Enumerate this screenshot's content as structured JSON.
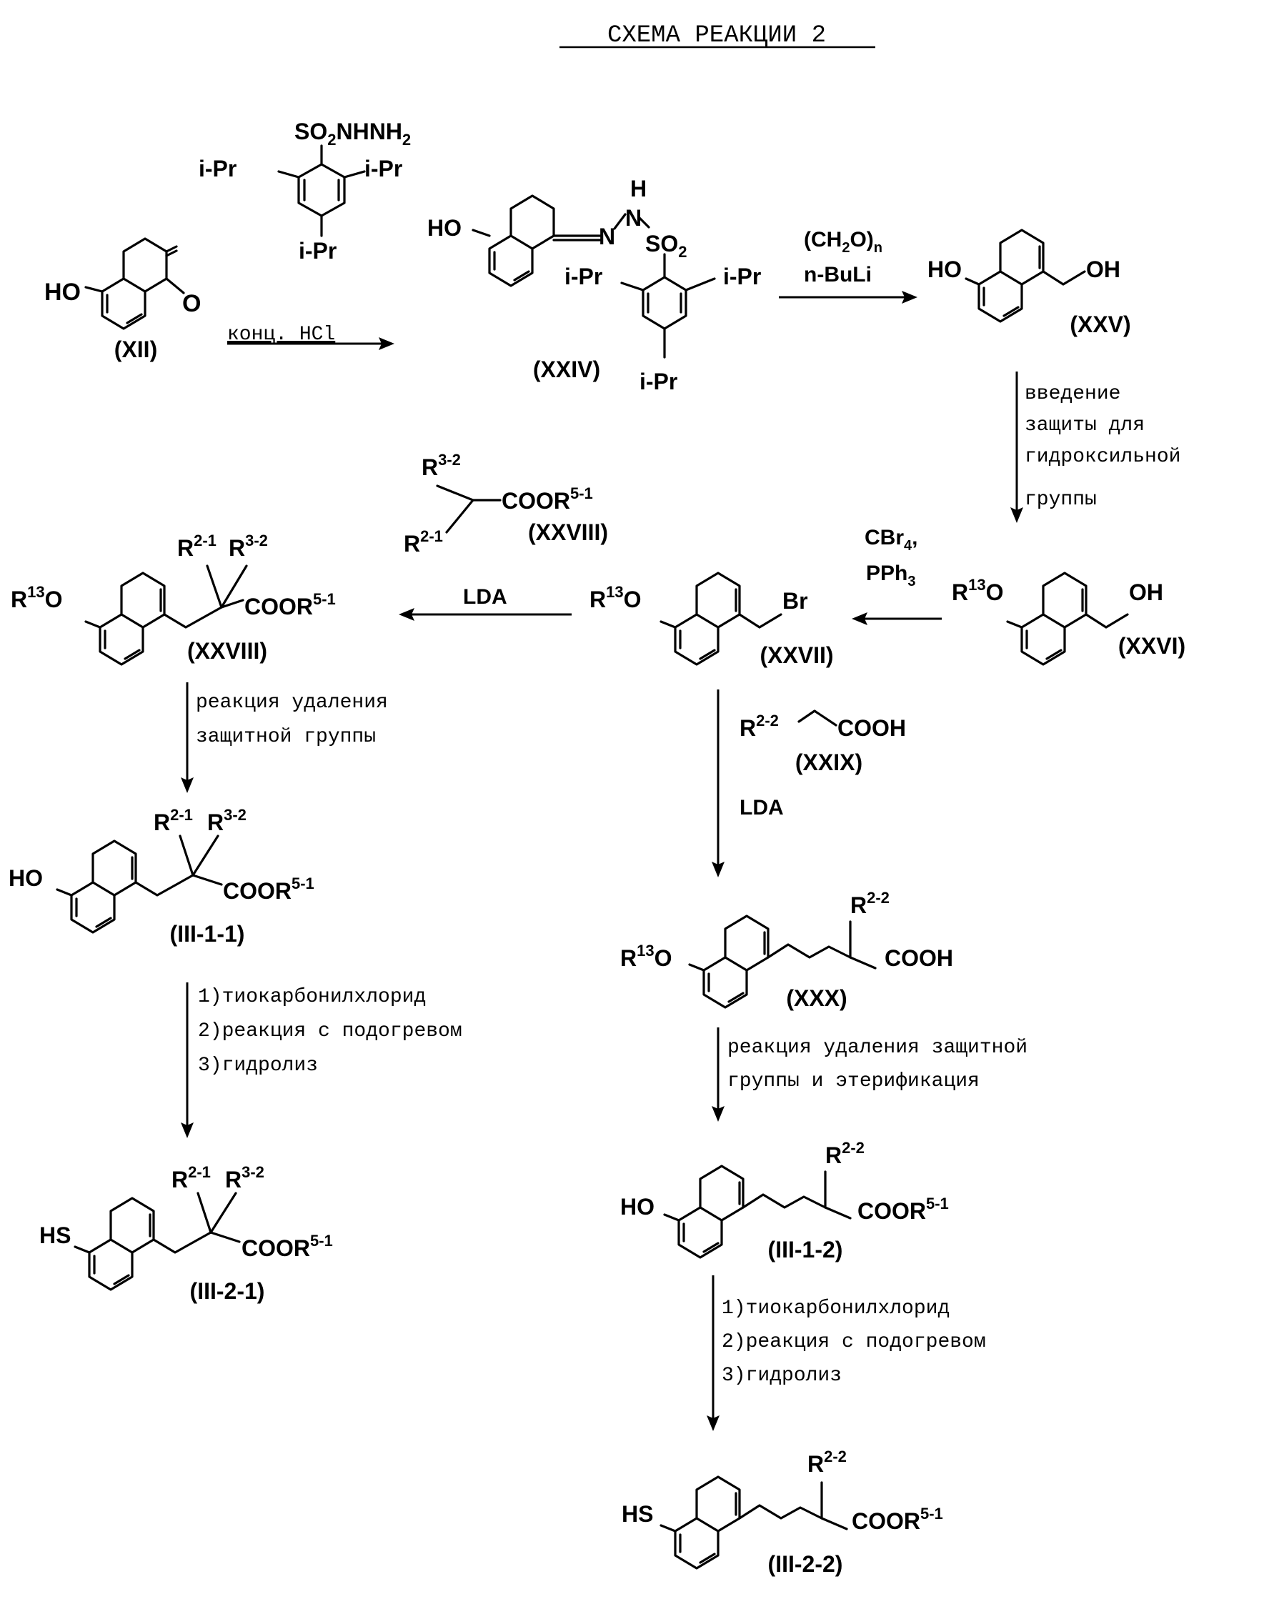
{
  "title": "СХЕМА РЕАКЦИИ 2",
  "compounds": {
    "XII": {
      "id": "(XII)",
      "substituent": "HO"
    },
    "reagent_sulfonylhydrazide": {
      "group": "SO2NHNH2",
      "ipr": "i-Pr"
    },
    "XXIV": {
      "id": "(XXIV)",
      "substituent": "HO",
      "n": "N",
      "nh_h": "H",
      "so2": "SO2",
      "ipr": "i-Pr"
    },
    "XXV": {
      "id": "(XXV)",
      "substituent": "HO",
      "tail": "OH"
    },
    "XXVI": {
      "id": "(XXVI)",
      "substituent": "R13O",
      "tail": "OH"
    },
    "XXVII": {
      "id": "(XXVII)",
      "substituent": "R13O",
      "tail": "Br"
    },
    "XXVIII_reagent": {
      "id": "(XXVIII)",
      "r32": "R3-2",
      "r21": "R2-1",
      "ester": "COOR5-1"
    },
    "XXVIII_product": {
      "id": "(XXVIII)",
      "substituent": "R13O",
      "r21": "R2-1",
      "r32": "R3-2",
      "ester": "COOR5-1"
    },
    "III_1_1": {
      "id": "(III-1-1)",
      "substituent": "HO",
      "r21": "R2-1",
      "r32": "R3-2",
      "ester": "COOR5-1"
    },
    "III_2_1": {
      "id": "(III-2-1)",
      "substituent": "HS",
      "r21": "R2-1",
      "r32": "R3-2",
      "ester": "COOR5-1"
    },
    "XXIX": {
      "id": "(XXIX)",
      "r22": "R2-2",
      "acid": "COOH"
    },
    "XXX": {
      "id": "(XXX)",
      "substituent": "R13O",
      "r22": "R2-2",
      "acid": "COOH"
    },
    "III_1_2": {
      "id": "(III-1-2)",
      "substituent": "HO",
      "r22": "R2-2",
      "ester": "COOR5-1"
    },
    "III_2_2": {
      "id": "(III-2-2)",
      "substituent": "HS",
      "r22": "R2-2",
      "ester": "COOR5-1"
    }
  },
  "conditions": {
    "step1": "конц. HCl",
    "step2_line1": "(CH2O)n",
    "step2_line2": "n-BuLi",
    "step3": [
      "введение",
      "защиты для",
      "гидроксильной",
      "группы"
    ],
    "step4_line1": "CBr4,",
    "step4_line2": "PPh3",
    "step5": "LDA",
    "step6": [
      "реакция удаления",
      "защитной группы"
    ],
    "step7": [
      "1)тиокарбонилхлорид",
      "2)реакция с подогревом",
      "3)гидролиз"
    ],
    "step8": "LDA",
    "step9": [
      "реакция удаления защитной",
      "группы и этерификация"
    ],
    "step10": [
      "1)тиокарбонилхлорид",
      "2)реакция с подогревом",
      "3)гидролиз"
    ]
  }
}
